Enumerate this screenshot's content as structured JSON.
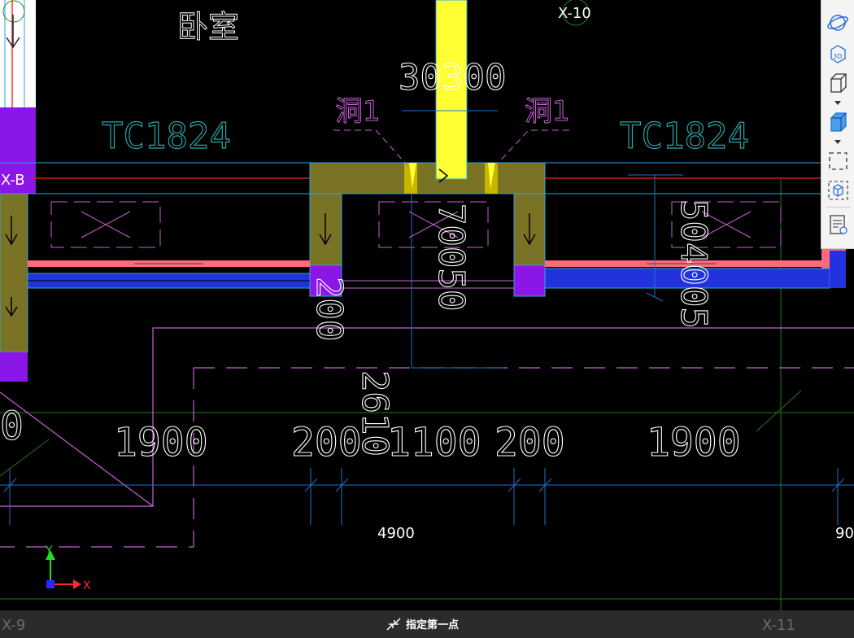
{
  "drawing": {
    "axis_x10": "X-10",
    "axis_xb": "X-B",
    "room_bedroom": "卧室",
    "dim_top": "30300",
    "hole_left": "洞1",
    "hole_right": "洞1",
    "window_left": "TC1824",
    "window_right": "TC1824",
    "dim_vertical_center": "70050",
    "dim_vertical_right": "504005",
    "dim_vertical_left": "200",
    "dim_vertical_mid": "2610",
    "dim_1900_left": "1900",
    "dim_200_left": "200",
    "dim_1100": "1100",
    "dim_200_right": "200",
    "dim_1900_right": "1900",
    "dim_total": "4900",
    "dim_right_partial": "90",
    "dim_left_partial": "0",
    "ucs_y": "Y",
    "ucs_x": "X"
  },
  "status": {
    "left_axis": "X-9",
    "prompt": "指定第一点",
    "right_axis": "X-11"
  },
  "toolbar": {
    "items": [
      "orbit-icon",
      "view-3d-icon",
      "cube-wireframe-icon",
      "cube-shaded-icon",
      "select-box-icon",
      "isolate-cube-icon",
      "properties-list-icon"
    ]
  },
  "colors": {
    "background": "#000000",
    "wall_olive": "#7a7326",
    "column_purple": "#8b16e8",
    "beam_blue": "#2233dd",
    "dimension_blue": "#1f6fd0",
    "text_white": "#ffffff",
    "text_teal": "#2aa6a6",
    "text_magenta": "#c85fd6",
    "red_line": "#ff3030",
    "pink_line": "#ff6a7a",
    "yellow_column": "#ffff33"
  }
}
